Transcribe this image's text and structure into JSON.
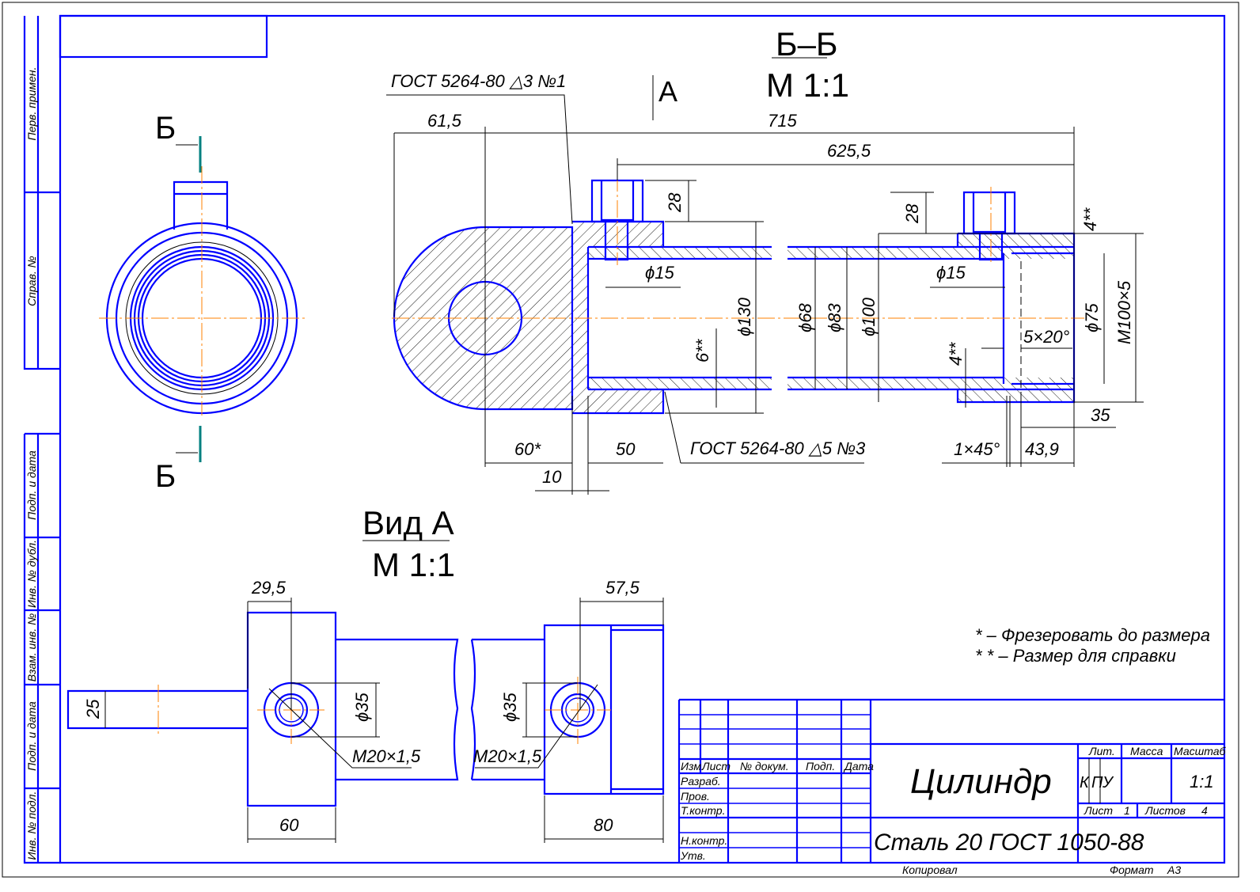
{
  "colors": {
    "outline": "#0000ff",
    "dimension": "#000000",
    "centerline": "#ff8000",
    "cutline": "#008080"
  },
  "section": {
    "title": "Б–Б",
    "scale": "М 1:1",
    "view_arrow": "А",
    "cut_mark_top": "Б",
    "cut_mark_bottom": "Б",
    "weld_top": "ГОСТ 5264-80 △3 №1",
    "weld_bottom": "ГОСТ 5264-80 △5 №3",
    "dims": {
      "d61_5": "61,5",
      "d715": "715",
      "d625_5": "625,5",
      "d28a": "28",
      "d28b": "28",
      "d4a": "4**",
      "d15a": "ϕ15",
      "d15b": "ϕ15",
      "d130": "ϕ130",
      "d68": "ϕ68",
      "d83": "ϕ83",
      "d100": "ϕ100",
      "d75": "ϕ75",
      "m100": "M100×5",
      "d6": "6**",
      "d4b": "4**",
      "chamfer": "5×20°",
      "d35": "35",
      "d60": "60*",
      "d50": "50",
      "d10": "10",
      "chamfer2": "1×45°",
      "d43_9": "43,9"
    }
  },
  "view_a": {
    "title": "Вид А",
    "scale": "М 1:1",
    "dims": {
      "d29_5": "29,5",
      "d57_5": "57,5",
      "d25": "25",
      "d35a": "ϕ35",
      "d35b": "ϕ35",
      "thread_a": "M20×1,5",
      "thread_b": "M20×1,5",
      "d60": "60",
      "d80": "80"
    }
  },
  "notes": [
    "* – Фрезеровать до размера",
    "* * – Размер для справки"
  ],
  "side_strip": [
    "Перв. примен.",
    "Справ. №",
    "Подп. и дата",
    "Инв. № дубл.",
    "Взам. инв. №",
    "Подп. и дата",
    "Инв. № подл."
  ],
  "title_block": {
    "headers": [
      "Изм.",
      "Лист",
      "№ докум.",
      "Подп.",
      "Дата"
    ],
    "roles": [
      "Разраб.",
      "Пров.",
      "Т.контр.",
      "Н.контр.",
      "Утв."
    ],
    "name": "Цилиндр",
    "material": "Сталь 20  ГОСТ 1050-88",
    "lit_label": "Лит.",
    "mass_label": "Масса",
    "scale_label": "Масштаб",
    "lit_letters": [
      "К",
      "П",
      "У"
    ],
    "scale_value": "1:1",
    "sheet_label": "Лист",
    "sheet_value": "1",
    "sheets_label": "Листов",
    "sheets_value": "4",
    "copied": "Копировал",
    "format_label": "Формат",
    "format_value": "А3"
  }
}
